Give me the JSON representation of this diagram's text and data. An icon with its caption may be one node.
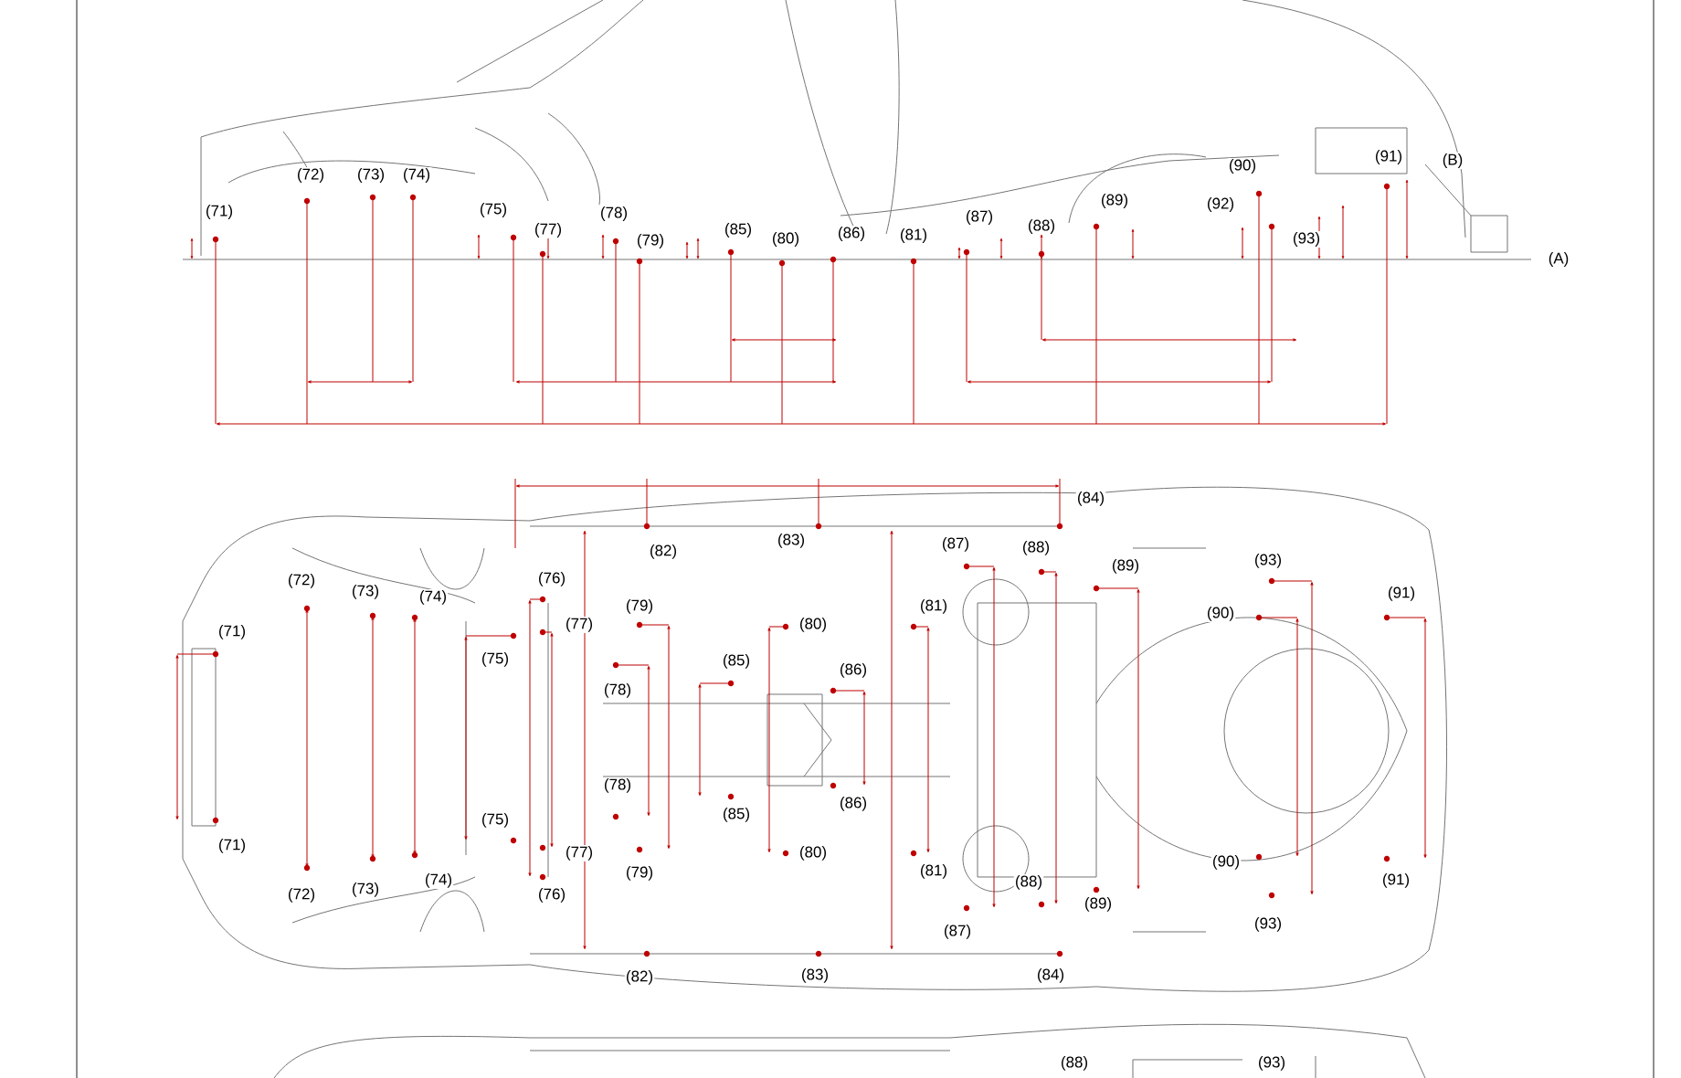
{
  "diagram": {
    "labels": [
      "(91)",
      "(B)",
      "(90)",
      "(72)",
      "(73)",
      "(74)",
      "(89)",
      "(92)",
      "(75)",
      "(71)",
      "(78)",
      "(87)",
      "(88)",
      "(85)",
      "(77)",
      "(86)",
      "(81)",
      "(80)",
      "(79)",
      "(93)",
      "(A)",
      "(84)",
      "(83)",
      "(87)",
      "(88)",
      "(82)",
      "(93)",
      "(89)",
      "(76)",
      "(72)",
      "(73)",
      "(91)",
      "(74)",
      "(79)",
      "(81)",
      "(90)",
      "(77)",
      "(80)",
      "(71)",
      "(75)",
      "(85)",
      "(86)",
      "(78)",
      "(78)",
      "(86)",
      "(85)",
      "(75)",
      "(71)",
      "(77)",
      "(80)",
      "(90)",
      "(81)",
      "(91)",
      "(79)",
      "(74)",
      "(73)",
      "(72)",
      "(76)",
      "(88)",
      "(89)",
      "(87)",
      "(93)",
      "(84)",
      "(83)",
      "(82)",
      "(88)",
      "(93)"
    ]
  }
}
